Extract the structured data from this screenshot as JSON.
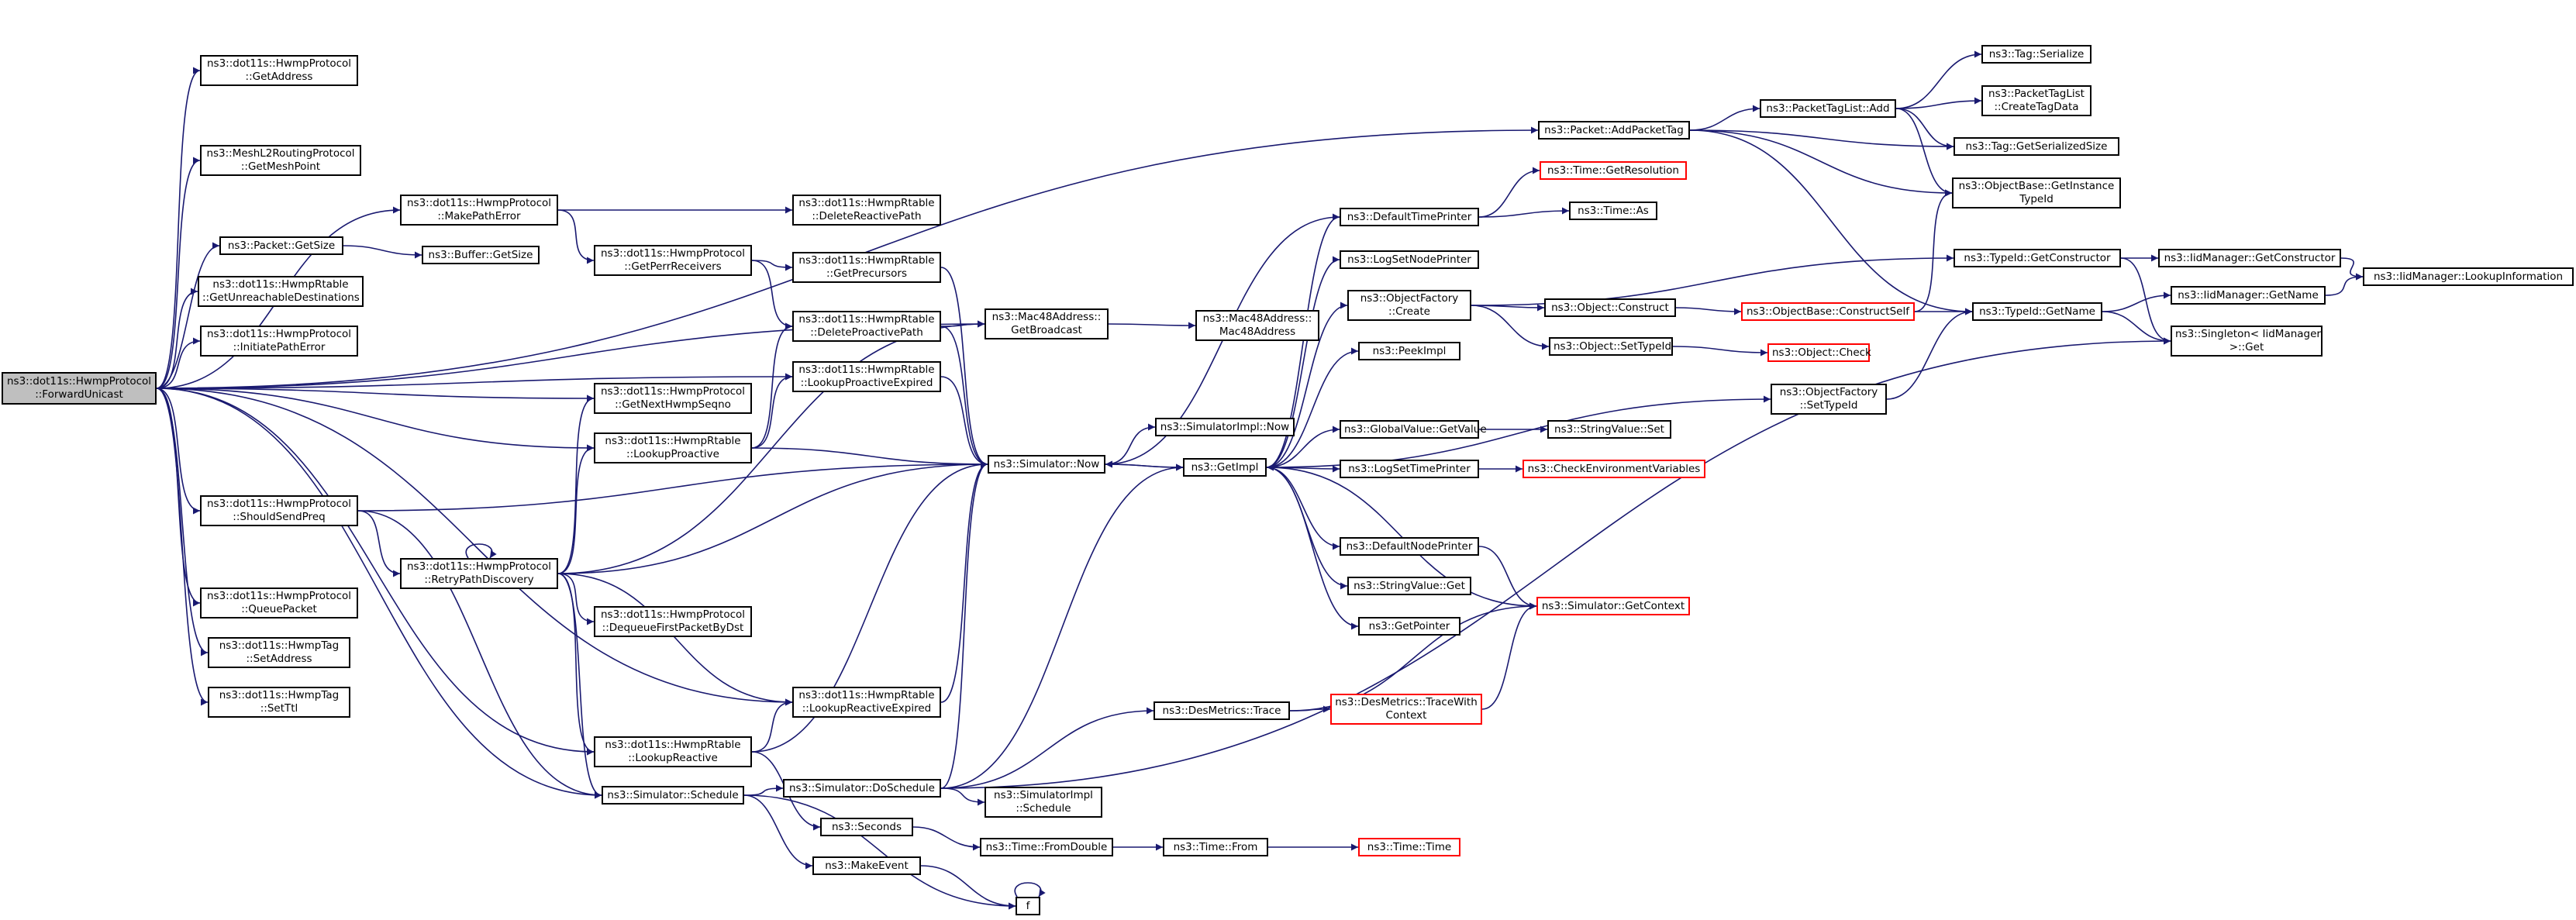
{
  "colors": {
    "edge": "#191970",
    "border": "#000000",
    "missing_border": "#ff0000",
    "root_fill": "#bfbfbf"
  },
  "nodes": {
    "root": [
      "ns3::dot11s::HwmpProtocol",
      "::ForwardUnicast"
    ],
    "hp_get_address": [
      "ns3::dot11s::HwmpProtocol",
      "::GetAddress"
    ],
    "mesh_get_mesh_point": [
      "ns3::MeshL2RoutingProtocol",
      "::GetMeshPoint"
    ],
    "make_path_error": [
      "ns3::dot11s::HwmpProtocol",
      "::MakePathError"
    ],
    "packet_get_size": [
      "ns3::Packet::GetSize"
    ],
    "buffer_get_size": [
      "ns3::Buffer::GetSize"
    ],
    "get_unreachable": [
      "ns3::dot11s::HwmpRtable",
      "::GetUnreachableDestinations"
    ],
    "initiate_path_error": [
      "ns3::dot11s::HwmpProtocol",
      "::InitiatePathError"
    ],
    "get_perr_receivers": [
      "ns3::dot11s::HwmpProtocol",
      "::GetPerrReceivers"
    ],
    "delete_reactive": [
      "ns3::dot11s::HwmpRtable",
      "::DeleteReactivePath"
    ],
    "get_precursors": [
      "ns3::dot11s::HwmpRtable",
      "::GetPrecursors"
    ],
    "delete_proactive": [
      "ns3::dot11s::HwmpRtable",
      "::DeleteProactivePath"
    ],
    "get_next_seqno": [
      "ns3::dot11s::HwmpProtocol",
      "::GetNextHwmpSeqno"
    ],
    "lookup_proactive_expired": [
      "ns3::dot11s::HwmpRtable",
      "::LookupProactiveExpired"
    ],
    "lookup_proactive": [
      "ns3::dot11s::HwmpRtable",
      "::LookupProactive"
    ],
    "should_send_preq": [
      "ns3::dot11s::HwmpProtocol",
      "::ShouldSendPreq"
    ],
    "retry_path_discovery": [
      "ns3::dot11s::HwmpProtocol",
      "::RetryPathDiscovery"
    ],
    "dequeue_first": [
      "ns3::dot11s::HwmpProtocol",
      "::DequeueFirstPacketByDst"
    ],
    "queue_packet": [
      "ns3::dot11s::HwmpProtocol",
      "::QueuePacket"
    ],
    "tag_set_address": [
      "ns3::dot11s::HwmpTag",
      "::SetAddress"
    ],
    "tag_set_ttl": [
      "ns3::dot11s::HwmpTag",
      "::SetTtl"
    ],
    "lookup_reactive_expired": [
      "ns3::dot11s::HwmpRtable",
      "::LookupReactiveExpired"
    ],
    "lookup_reactive": [
      "ns3::dot11s::HwmpRtable",
      "::LookupReactive"
    ],
    "sim_schedule": [
      "ns3::Simulator::Schedule"
    ],
    "sim_do_schedule": [
      "ns3::Simulator::DoSchedule"
    ],
    "simimpl_schedule": [
      "ns3::SimulatorImpl",
      "::Schedule"
    ],
    "seconds": [
      "ns3::Seconds"
    ],
    "make_event": [
      "ns3::MakeEvent"
    ],
    "time_from_double": [
      "ns3::Time::FromDouble"
    ],
    "time_from": [
      "ns3::Time::From"
    ],
    "time_time": [
      "ns3::Time::Time"
    ],
    "f": [
      "f"
    ],
    "sim_now": [
      "ns3::Simulator::Now"
    ],
    "mac_get_broadcast": [
      "ns3::Mac48Address::",
      "GetBroadcast"
    ],
    "mac_ctor": [
      "ns3::Mac48Address::",
      "Mac48Address"
    ],
    "simimpl_now": [
      "ns3::SimulatorImpl::Now"
    ],
    "get_impl": [
      "ns3::GetImpl"
    ],
    "des_trace": [
      "ns3::DesMetrics::Trace"
    ],
    "des_trace_ctx": [
      "ns3::DesMetrics::TraceWith",
      "Context"
    ],
    "default_time_printer": [
      "ns3::DefaultTimePrinter"
    ],
    "time_get_resolution": [
      "ns3::Time::GetResolution"
    ],
    "time_as": [
      "ns3::Time::As"
    ],
    "log_set_node_printer": [
      "ns3::LogSetNodePrinter"
    ],
    "object_factory_create": [
      "ns3::ObjectFactory",
      "::Create"
    ],
    "peek_impl": [
      "ns3::PeekImpl"
    ],
    "global_value_get": [
      "ns3::GlobalValue::GetValue"
    ],
    "log_set_time_printer": [
      "ns3::LogSetTimePrinter"
    ],
    "default_node_printer": [
      "ns3::DefaultNodePrinter"
    ],
    "string_value_get": [
      "ns3::StringValue::Get"
    ],
    "get_pointer": [
      "ns3::GetPointer"
    ],
    "sim_get_context": [
      "ns3::Simulator::GetContext"
    ],
    "check_env": [
      "ns3::CheckEnvironmentVariables"
    ],
    "string_value_set": [
      "ns3::StringValue::Set"
    ],
    "object_construct": [
      "ns3::Object::Construct"
    ],
    "object_set_typeid": [
      "ns3::Object::SetTypeId"
    ],
    "object_check": [
      "ns3::Object::Check"
    ],
    "construct_self": [
      "ns3::ObjectBase::ConstructSelf"
    ],
    "factory_set_typeid": [
      "ns3::ObjectFactory",
      "::SetTypeId"
    ],
    "packet_add_tag": [
      "ns3::Packet::AddPacketTag"
    ],
    "tag_list_add": [
      "ns3::PacketTagList::Add"
    ],
    "tag_serialize": [
      "ns3::Tag::Serialize"
    ],
    "create_tag_data": [
      "ns3::PacketTagList",
      "::CreateTagData"
    ],
    "tag_get_size": [
      "ns3::Tag::GetSerializedSize"
    ],
    "get_instance_typeid": [
      "ns3::ObjectBase::GetInstance",
      "TypeId"
    ],
    "typeid_get_ctor": [
      "ns3::TypeId::GetConstructor"
    ],
    "typeid_get_name": [
      "ns3::TypeId::GetName"
    ],
    "iid_get_ctor": [
      "ns3::IidManager::GetConstructor"
    ],
    "iid_lookup": [
      "ns3::IidManager::LookupInformation"
    ],
    "iid_get_name": [
      "ns3::IidManager::GetName"
    ],
    "singleton_get": [
      "ns3::Singleton< IidManager",
      " >::Get"
    ]
  },
  "edges": [
    [
      "root",
      "hp_get_address"
    ],
    [
      "root",
      "mesh_get_mesh_point"
    ],
    [
      "root",
      "make_path_error"
    ],
    [
      "root",
      "packet_get_size"
    ],
    [
      "root",
      "get_unreachable"
    ],
    [
      "root",
      "initiate_path_error"
    ],
    [
      "root",
      "lookup_proactive_expired"
    ],
    [
      "root",
      "get_next_seqno"
    ],
    [
      "root",
      "lookup_proactive"
    ],
    [
      "root",
      "should_send_preq"
    ],
    [
      "root",
      "queue_packet"
    ],
    [
      "root",
      "tag_set_address"
    ],
    [
      "root",
      "tag_set_ttl"
    ],
    [
      "root",
      "lookup_reactive_expired"
    ],
    [
      "root",
      "lookup_reactive"
    ],
    [
      "root",
      "sim_schedule"
    ],
    [
      "root",
      "mac_get_broadcast"
    ],
    [
      "root",
      "packet_add_tag"
    ],
    [
      "make_path_error",
      "delete_reactive"
    ],
    [
      "make_path_error",
      "get_perr_receivers"
    ],
    [
      "packet_get_size",
      "buffer_get_size"
    ],
    [
      "get_perr_receivers",
      "get_precursors"
    ],
    [
      "get_perr_receivers",
      "delete_proactive"
    ],
    [
      "get_precursors",
      "sim_now"
    ],
    [
      "delete_proactive",
      "mac_get_broadcast"
    ],
    [
      "delete_proactive",
      "sim_now"
    ],
    [
      "lookup_proactive_expired",
      "sim_now"
    ],
    [
      "lookup_proactive",
      "delete_proactive"
    ],
    [
      "lookup_proactive",
      "lookup_proactive_expired"
    ],
    [
      "lookup_proactive",
      "sim_now"
    ],
    [
      "should_send_preq",
      "sim_now"
    ],
    [
      "should_send_preq",
      "retry_path_discovery"
    ],
    [
      "should_send_preq",
      "sim_schedule"
    ],
    [
      "retry_path_discovery",
      "retry_path_discovery"
    ],
    [
      "retry_path_discovery",
      "get_next_seqno"
    ],
    [
      "retry_path_discovery",
      "lookup_proactive"
    ],
    [
      "retry_path_discovery",
      "mac_get_broadcast"
    ],
    [
      "retry_path_discovery",
      "sim_now"
    ],
    [
      "retry_path_discovery",
      "dequeue_first"
    ],
    [
      "retry_path_discovery",
      "lookup_reactive_expired"
    ],
    [
      "retry_path_discovery",
      "lookup_reactive"
    ],
    [
      "retry_path_discovery",
      "sim_schedule"
    ],
    [
      "lookup_reactive_expired",
      "sim_now"
    ],
    [
      "lookup_reactive",
      "lookup_reactive_expired"
    ],
    [
      "lookup_reactive",
      "sim_now"
    ],
    [
      "lookup_reactive",
      "seconds"
    ],
    [
      "sim_schedule",
      "sim_do_schedule"
    ],
    [
      "sim_schedule",
      "make_event"
    ],
    [
      "sim_schedule",
      "f"
    ],
    [
      "sim_do_schedule",
      "sim_now"
    ],
    [
      "sim_do_schedule",
      "get_impl"
    ],
    [
      "sim_do_schedule",
      "des_trace"
    ],
    [
      "sim_do_schedule",
      "simimpl_schedule"
    ],
    [
      "sim_do_schedule",
      "singleton_get"
    ],
    [
      "seconds",
      "time_from_double"
    ],
    [
      "time_from_double",
      "time_from"
    ],
    [
      "time_from",
      "time_time"
    ],
    [
      "make_event",
      "f"
    ],
    [
      "f",
      "f"
    ],
    [
      "sim_now",
      "simimpl_now"
    ],
    [
      "sim_now",
      "get_impl"
    ],
    [
      "mac_get_broadcast",
      "mac_ctor"
    ],
    [
      "get_impl",
      "sim_now"
    ],
    [
      "get_impl",
      "default_time_printer"
    ],
    [
      "get_impl",
      "log_set_node_printer"
    ],
    [
      "get_impl",
      "object_factory_create"
    ],
    [
      "get_impl",
      "peek_impl"
    ],
    [
      "get_impl",
      "factory_set_typeid"
    ],
    [
      "get_impl",
      "global_value_get"
    ],
    [
      "get_impl",
      "log_set_time_printer"
    ],
    [
      "get_impl",
      "default_node_printer"
    ],
    [
      "get_impl",
      "string_value_get"
    ],
    [
      "get_impl",
      "get_pointer"
    ],
    [
      "des_trace",
      "sim_get_context"
    ],
    [
      "des_trace",
      "des_trace_ctx"
    ],
    [
      "des_trace_ctx",
      "sim_get_context"
    ],
    [
      "default_time_printer",
      "time_get_resolution"
    ],
    [
      "default_time_printer",
      "time_as"
    ],
    [
      "default_time_printer",
      "sim_now"
    ],
    [
      "log_set_time_printer",
      "check_env"
    ],
    [
      "global_value_get",
      "string_value_set"
    ],
    [
      "default_node_printer",
      "sim_get_context"
    ],
    [
      "sim_get_context",
      "get_impl"
    ],
    [
      "object_factory_create",
      "object_construct"
    ],
    [
      "object_factory_create",
      "object_set_typeid"
    ],
    [
      "object_factory_create",
      "typeid_get_ctor"
    ],
    [
      "object_construct",
      "construct_self"
    ],
    [
      "object_set_typeid",
      "object_check"
    ],
    [
      "construct_self",
      "get_instance_typeid"
    ],
    [
      "construct_self",
      "typeid_get_name"
    ],
    [
      "factory_set_typeid",
      "typeid_get_name"
    ],
    [
      "packet_add_tag",
      "tag_list_add"
    ],
    [
      "packet_add_tag",
      "tag_get_size"
    ],
    [
      "packet_add_tag",
      "get_instance_typeid"
    ],
    [
      "packet_add_tag",
      "typeid_get_name"
    ],
    [
      "tag_list_add",
      "tag_serialize"
    ],
    [
      "tag_list_add",
      "create_tag_data"
    ],
    [
      "tag_list_add",
      "tag_get_size"
    ],
    [
      "tag_list_add",
      "get_instance_typeid"
    ],
    [
      "typeid_get_ctor",
      "iid_get_ctor"
    ],
    [
      "typeid_get_ctor",
      "singleton_get"
    ],
    [
      "iid_get_ctor",
      "iid_lookup"
    ],
    [
      "typeid_get_name",
      "iid_get_name"
    ],
    [
      "typeid_get_name",
      "singleton_get"
    ],
    [
      "iid_get_name",
      "iid_lookup"
    ]
  ]
}
